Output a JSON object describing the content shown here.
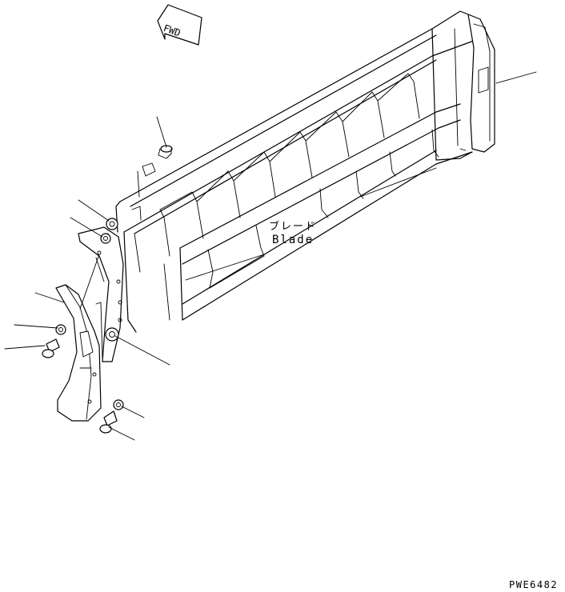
{
  "diagram": {
    "direction_marker": "FWD",
    "part_label_jp": "ブレード",
    "part_label_en": "Blade",
    "reference_code": "PWE6482"
  }
}
